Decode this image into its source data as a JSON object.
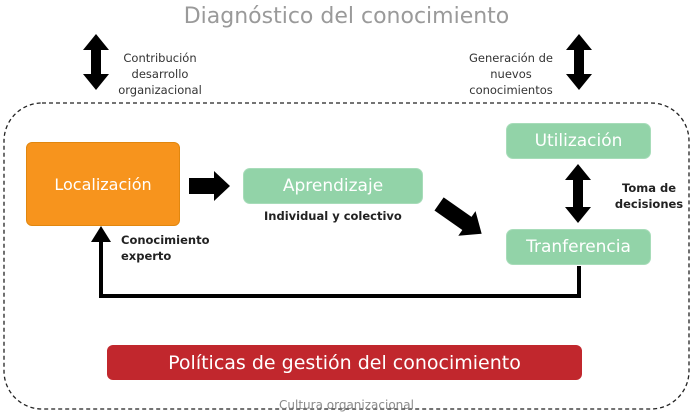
{
  "title": "Diagnóstico del conocimiento",
  "notes": {
    "contribucion": [
      "Contribución",
      "desarrollo",
      "organizacional"
    ],
    "generacion": [
      "Generación de",
      "nuevos",
      "conocimientos"
    ],
    "individual": "Individual y colectivo",
    "conocimiento_experto": [
      "Conocimiento",
      "experto"
    ],
    "toma": [
      "Toma de",
      "decisiones"
    ]
  },
  "nodes": {
    "localizacion": "Localización",
    "aprendizaje": "Aprendizaje",
    "utilizacion": "Utilización",
    "tranferencia": "Tranferencia"
  },
  "politicas": "Políticas de gestión del conocimiento",
  "cultura": "Cultura organizacional",
  "colors": {
    "orange": "#f7941d",
    "green": "#92d3a8",
    "red": "#c1272d",
    "black": "#000000"
  }
}
